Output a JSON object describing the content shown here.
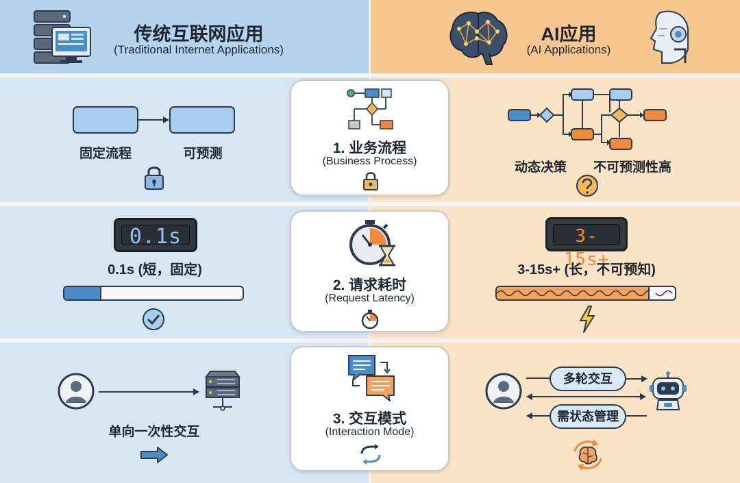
{
  "header": {
    "left_title": "传统互联网应用",
    "left_subtitle": "(Traditional Internet Applications)",
    "right_title": "AI应用",
    "right_subtitle": "(AI Applications)"
  },
  "rows": [
    {
      "card_title": "1. 业务流程",
      "card_subtitle": "(Business Process)",
      "left_labels": [
        "固定流程",
        "可预测"
      ],
      "right_labels": [
        "动态决策",
        "不可预测性高"
      ]
    },
    {
      "card_title": "2. 请求耗时",
      "card_subtitle": "(Request Latency)",
      "left_display": "0.1s",
      "left_label": "0.1s (短，固定)",
      "left_progress": 0.2,
      "right_display": "3-15s+",
      "right_label": "3-15s+ (长，不可预知)",
      "right_progress": 0.85
    },
    {
      "card_title": "3. 交互模式",
      "card_subtitle": "(Interaction Mode)",
      "left_label": "单向一次性交互",
      "right_pills": [
        "多轮交互",
        "需状态管理"
      ]
    }
  ],
  "colors": {
    "traditional_header": "#b6d3ee",
    "traditional_panel": "#d6e6f4",
    "ai_header": "#f6c791",
    "ai_panel": "#fbe3c6",
    "accent_orange": "#f08a3a",
    "accent_blue": "#4a8cc9"
  },
  "icons": [
    "server-monitor-icon",
    "ai-brain-icon",
    "robot-head-icon",
    "lock-icon",
    "question-icon",
    "checkmark-icon",
    "lightning-icon",
    "stopwatch-hourglass-icon",
    "stopwatch-icon",
    "chat-bubbles-icon",
    "refresh-arrows-icon",
    "user-avatar-icon",
    "server-icon",
    "right-arrow-icon",
    "robot-icon",
    "brain-cycle-icon",
    "flowchart-icon"
  ]
}
